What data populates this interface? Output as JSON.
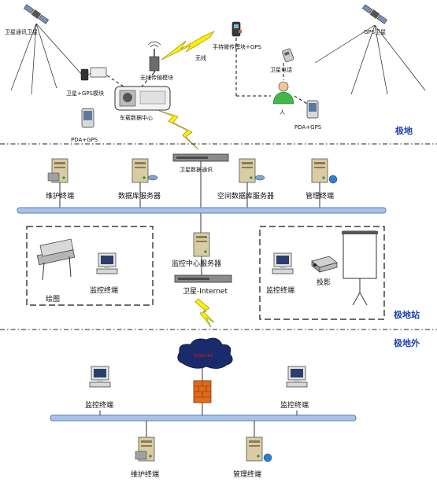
{
  "zones": {
    "base": "极地",
    "station": "极地站",
    "outside": "极地外"
  },
  "labels": {
    "sat_comm": "卫星通讯卫星",
    "gps_sat": "GPS卫星",
    "wireless_module": "无线传输模块",
    "handheld_module": "手持微传模块+GPS",
    "wireless": "无线",
    "sat_gps_module": "卫星+GPS模块",
    "sat_phone": "卫星电话",
    "person": "人",
    "vehicle_center": "车载数据中心",
    "pda_gps_left": "PDA+GPS",
    "pda_gps_right": "PDA+GPS",
    "sat_data_comm": "卫星数据通讯",
    "maint_terminal_top": "维护终端",
    "db_server": "数据库服务器",
    "spatial_db_server": "空间数据库服务器",
    "mgmt_terminal_top": "管理终端",
    "monitor_server": "监控中心服务器",
    "plotter": "绘图",
    "monitor_terminal_left": "监控终端",
    "monitor_terminal_right": "监控终端",
    "projector": "投影",
    "sat_internet": "卫星-Internet",
    "internet": "Internet",
    "monitor_terminal_bl": "监控终端",
    "monitor_terminal_br": "监控终端",
    "maint_terminal_bottom": "维护终端",
    "mgmt_terminal_bottom": "管理终端"
  },
  "colors": {
    "bus": "#a9c3e8",
    "bus_border": "#5a7fb5",
    "lightning": "#ffee00",
    "zone_text": "#1f3fae",
    "cloud": "#1a2b6b",
    "firewall": "#e06a1c"
  }
}
